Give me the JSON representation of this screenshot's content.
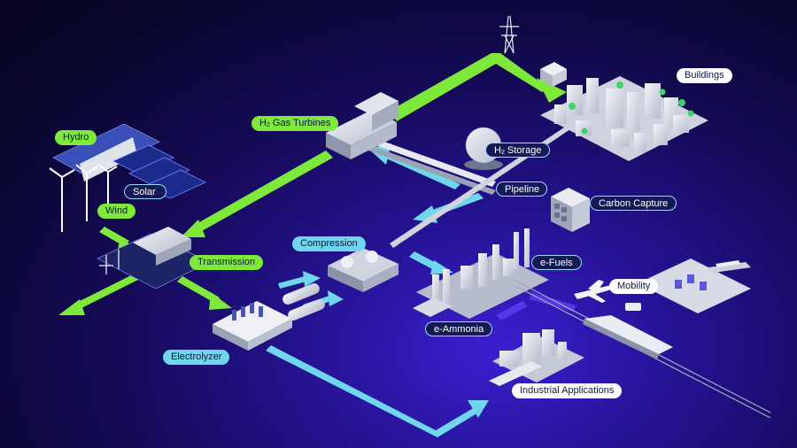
{
  "colors": {
    "electricity": "#7ee83b",
    "hydrogen": "#6fd6ee",
    "background": "#140a55"
  },
  "labels": {
    "hydro": "Hydro",
    "solar": "Solar",
    "wind": "Wind",
    "transmission": "Transmission",
    "gas_turbines": {
      "prefix": "H",
      "sub": "2",
      "suffix": " Gas Turbines"
    },
    "storage": {
      "prefix": "H",
      "sub": "2",
      "suffix": " Storage"
    },
    "pipeline": "Pipeline",
    "carbon_capture": "Carbon Capture",
    "compression": "Compression",
    "e_fuels": "e-Fuels",
    "mobility": "Mobility",
    "electrolyzer": "Electrolyzer",
    "e_ammonia": "e-Ammonia",
    "industrial": "Industrial Applications",
    "buildings": "Buildings"
  }
}
